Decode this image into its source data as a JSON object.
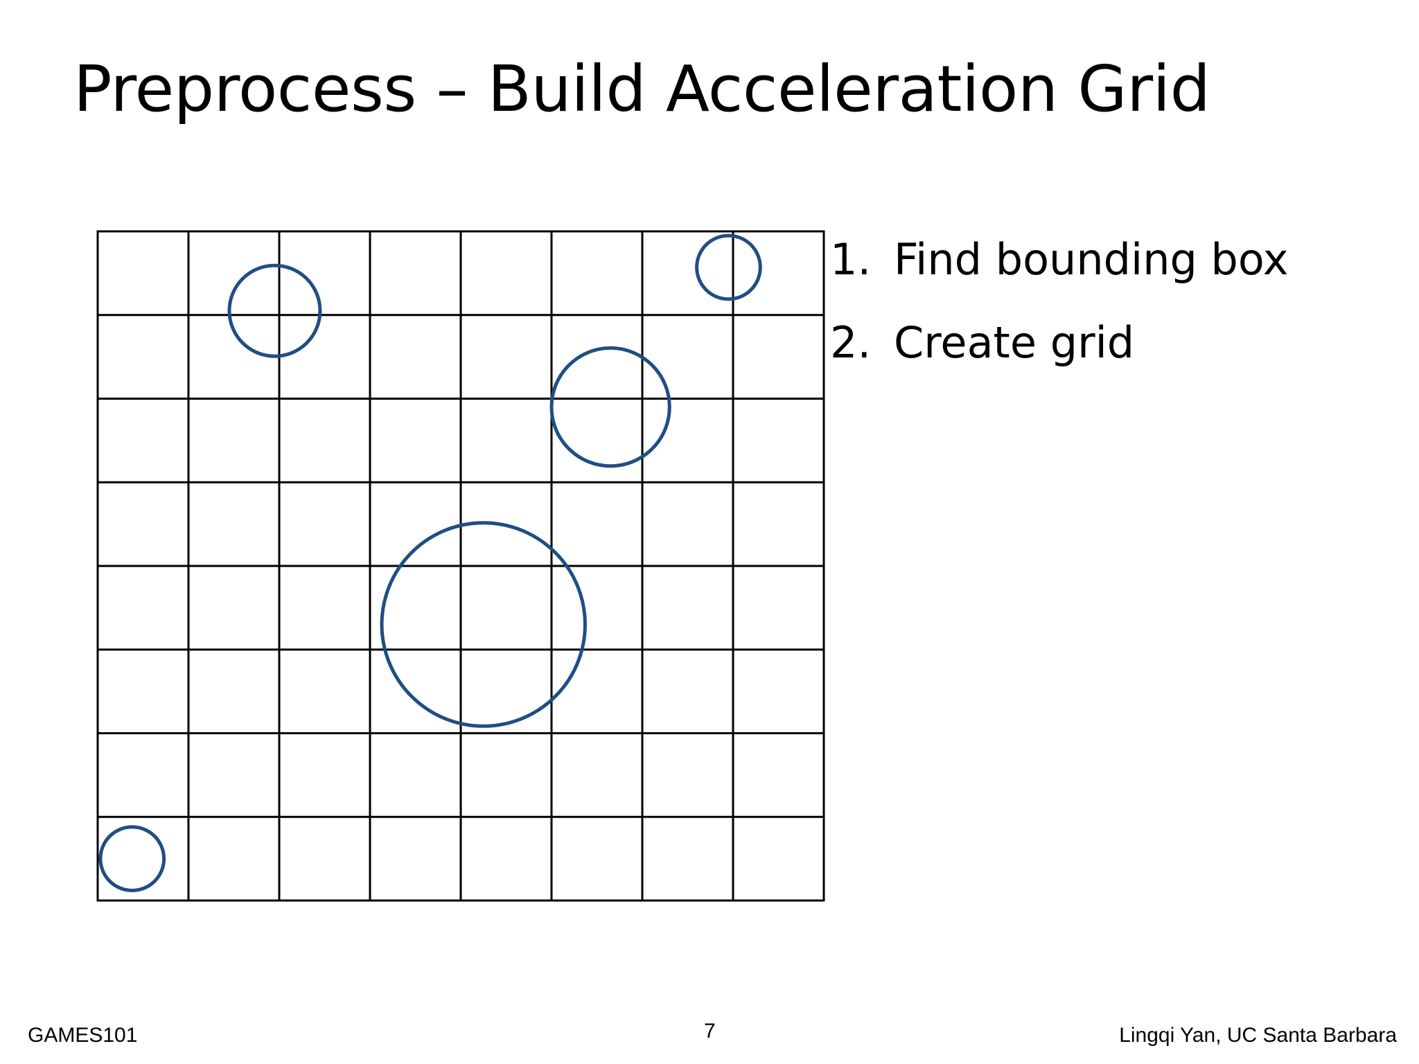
{
  "slide": {
    "title": "Preprocess – Build Acceleration Grid"
  },
  "steps": [
    {
      "number": "1.",
      "text": "Find bounding box"
    },
    {
      "number": "2.",
      "text": "Create grid"
    }
  ],
  "diagram": {
    "columns": 8,
    "rows": 8,
    "grid_color": "#000000",
    "object_color": "#1f4e82",
    "objects": [
      {
        "col": 1.95,
        "row": 0.95,
        "r": 0.5
      },
      {
        "col": 6.95,
        "row": 0.43,
        "r": 0.35
      },
      {
        "col": 5.65,
        "row": 2.1,
        "r": 0.65
      },
      {
        "col": 4.25,
        "row": 4.7,
        "r": 1.12
      },
      {
        "col": 0.38,
        "row": 7.5,
        "r": 0.35
      }
    ]
  },
  "footer": {
    "course": "GAMES101",
    "page": "7",
    "author": "Lingqi Yan, UC Santa Barbara"
  }
}
